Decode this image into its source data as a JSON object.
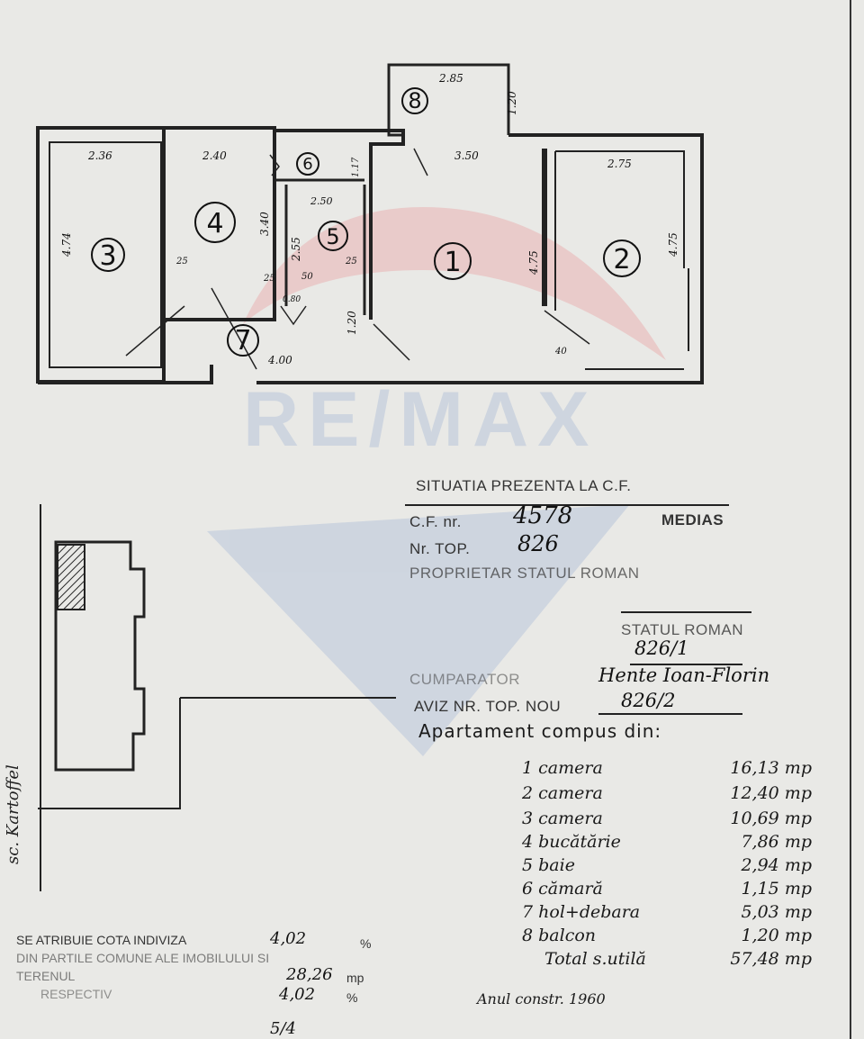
{
  "watermark": {
    "logo_text": "RE/MAX",
    "colors": {
      "red": "#e8a9a9",
      "blue": "#a9bcd6"
    }
  },
  "floor_plan": {
    "rooms": [
      "1",
      "2",
      "3",
      "4",
      "5",
      "6",
      "7",
      "8"
    ],
    "dimensions": {
      "r3_width": "2.36",
      "r3_length": "4.74",
      "r4_width": "2.40",
      "r4_length": "3.40",
      "r6_depth": "1.17",
      "r5_width": "2.50",
      "r5_length": "2.55",
      "wall_a": "25",
      "wall_b": "25",
      "wall_c": "25",
      "wall_d": "50",
      "door_bath": "0.80",
      "hall_length": "4.00",
      "hall_width": "1.20",
      "balcony_width": "2.85",
      "balcony_depth": "1.20",
      "r1_width": "3.50",
      "r1_length": "4.75",
      "r2_width": "2.75",
      "r2_length": "4.75",
      "wall_e": "40"
    }
  },
  "cf": {
    "title": "SITUATIA PREZENTA LA C.F.",
    "cf_label": "C.F. nr.",
    "cf_number": "4578",
    "locality": "MEDIAS",
    "top_label": "Nr. TOP.",
    "top_number": "826",
    "owner_label": "PROPRIETAR STATUL ROMAN",
    "owner2": "STATUL ROMAN",
    "top_old": "826/1",
    "buyer_label": "CUMPARATOR",
    "buyer": "Hente Ioan-Florin",
    "new_top_label": "AVIZ NR. TOP. NOU",
    "new_top": "826/2",
    "composition": "Apartament compus din:"
  },
  "rooms_list": [
    {
      "n": "1",
      "name": "camera",
      "area": "16,13 mp"
    },
    {
      "n": "2",
      "name": "camera",
      "area": "12,40 mp"
    },
    {
      "n": "3",
      "name": "camera",
      "area": "10,69 mp"
    },
    {
      "n": "4",
      "name": "bucătărie",
      "area": "7,86 mp"
    },
    {
      "n": "5",
      "name": "baie",
      "area": "2,94 mp"
    },
    {
      "n": "6",
      "name": "cămară",
      "area": "1,15 mp"
    },
    {
      "n": "7",
      "name": "hol+debara",
      "area": "5,03 mp"
    },
    {
      "n": "8",
      "name": "balcon",
      "area": "1,20 mp"
    }
  ],
  "total": {
    "label": "Total s.utilă",
    "area": "57,48 mp"
  },
  "year": "Anul constr. 1960",
  "shares": {
    "line1": "SE ATRIBUIE COTA INDIVIZA",
    "share1": "4,02",
    "unit1": "%",
    "line2": "DIN PARTILE COMUNE ALE IMOBILULUI SI",
    "line3": "TERENUL",
    "area": "28,26",
    "unit2": "mp",
    "line4": "RESPECTIV",
    "share2": "4,02",
    "unit3": "%",
    "fraction": "5/4"
  },
  "side_text": "sc. Kartoffel"
}
